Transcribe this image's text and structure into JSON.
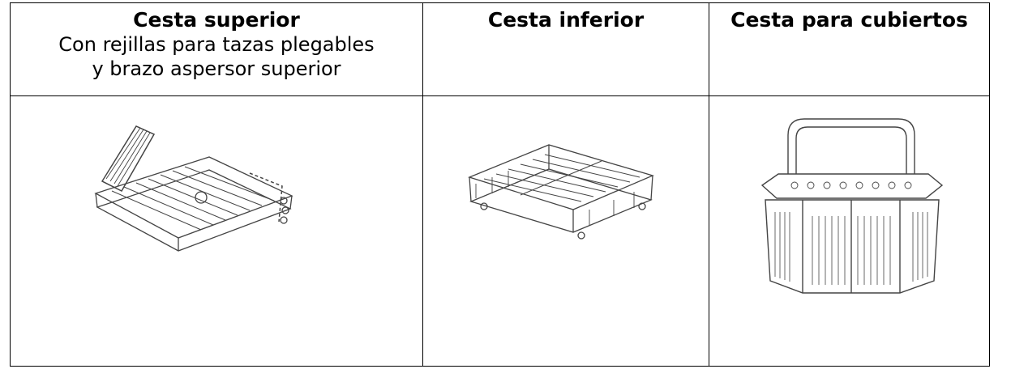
{
  "table": {
    "columns": [
      {
        "title": "Cesta superior",
        "subtitle_lines": [
          "Con rejillas para tazas plegables",
          "y brazo aspersor superior"
        ],
        "image_icon": "upper-dish-rack-icon"
      },
      {
        "title": "Cesta inferior",
        "image_icon": "lower-dish-rack-icon"
      },
      {
        "title": "Cesta para cubiertos",
        "image_icon": "cutlery-basket-icon"
      }
    ]
  }
}
